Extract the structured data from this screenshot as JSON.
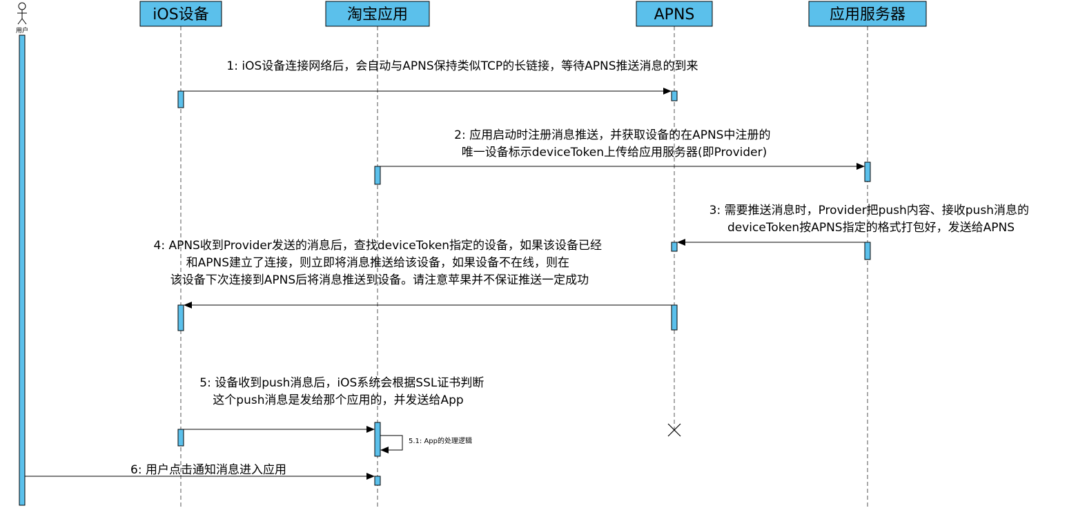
{
  "actor": {
    "label": "用户"
  },
  "participants": [
    {
      "id": "ios",
      "label": "iOS设备"
    },
    {
      "id": "taobao",
      "label": "淘宝应用"
    },
    {
      "id": "apns",
      "label": "APNS"
    },
    {
      "id": "server",
      "label": "应用服务器"
    }
  ],
  "messages": {
    "m1": [
      "1: iOS设备连接网络后，会自动与APNS保持类似TCP的长链接，等待APNS推送消息的到来"
    ],
    "m2": [
      "2: 应用启动时注册消息推送，并获取设备的在APNS中注册的",
      "唯一设备标示deviceToken上传给应用服务器(即Provider)"
    ],
    "m3": [
      "3: 需要推送消息时，Provider把push内容、接收push消息的",
      "deviceToken按APNS指定的格式打包好，发送给APNS"
    ],
    "m4": [
      "4: APNS收到Provider发送的消息后，查找deviceToken指定的设备，如果该设备已经",
      "和APNS建立了连接，则立即将消息推送给该设备，如果设备不在线，则在",
      "该设备下次连接到APNS后将消息推送到设备。请注意苹果并不保证推送一定成功"
    ],
    "m5": [
      "5: 设备收到push消息后，iOS系统会根据SSL证书判断",
      "这个push消息是发给那个应用的，并发送给App"
    ],
    "m51": [
      "5.1: App的处理逻辑"
    ],
    "m6": [
      "6: 用户点击通知消息进入应用"
    ]
  },
  "colors": {
    "head_fill": "#5bc0eb",
    "activation_fill": "#5bc0eb",
    "line": "#000000",
    "lifeline": "#555555"
  }
}
